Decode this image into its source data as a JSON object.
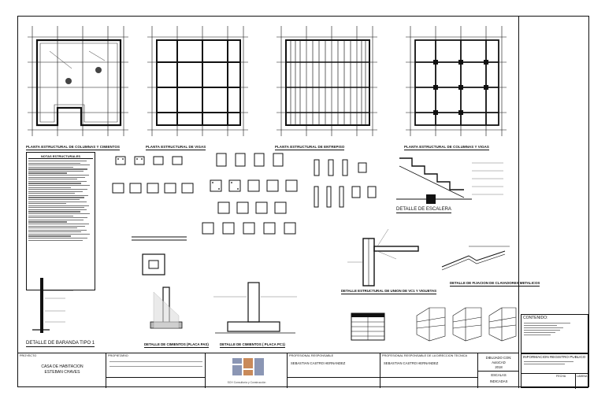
{
  "plans": [
    {
      "title": "PLANTA ESTRUCTURAL DE COLUMNAS Y CIMIENTOS"
    },
    {
      "title": "PLANTA ESTRUCTURAL DE VIGAS"
    },
    {
      "title": "PLANTA ESTRUCTURAL DE ENTREPISO"
    },
    {
      "title": "PLANTA ESTRUCTURAL DE COLUMNAS Y VIGAS"
    }
  ],
  "notes": {
    "title": "NOTAS ESTRUCTURALES"
  },
  "details": {
    "escalera": "DETALLE DE ESCALERA",
    "union": "DETALLE ESTRUCTURAL DE UNION DE VC1 Y VIGUETAS",
    "baranda": "DETALLE DE BARANDA TIPO 1",
    "cimientos": "DETALLE DE CIMIENTOS (PLACA PAS)",
    "cimientos_pc": "DETALLE DE CIMIENTOS ( PLACA PC1)",
    "fijacion": "DETALLE DE FIJACION DE CLAVADORES METALICOS"
  },
  "title_block": {
    "proyecto_label": "PROYECTO",
    "proyecto_value": "CASA DE HABITACION",
    "proyecto_owner": "ESTEBAN CHAVES",
    "propietario_label": "PROPIETARIO",
    "empresa": "SCH Consultoría y Construcción",
    "profesional_label": "PROFESIONAL RESPONSABLE",
    "profesional_value": "SEBASTIAN CASTRO HERNANDEZ",
    "profesional2_label": "PROFESIONAL RESPONSABLE DE LA DIRECCION TECNICA",
    "profesional2_value": "SEBASTIAN CASTRO HERNANDEZ",
    "dibujado_label": "DIBUJADO CON:",
    "dibujado_value": "AutoCAD",
    "dibujado_year": "2018",
    "escalas_label": "ESCALAS",
    "escalas_value": "INDICADAS",
    "fecha_label": "FECHA",
    "lamina_label": "LAMINA"
  },
  "sidebar": {
    "contenido": "CONTENIDO:",
    "registro": "INFORMACION REGISTRO PUBLICO"
  }
}
